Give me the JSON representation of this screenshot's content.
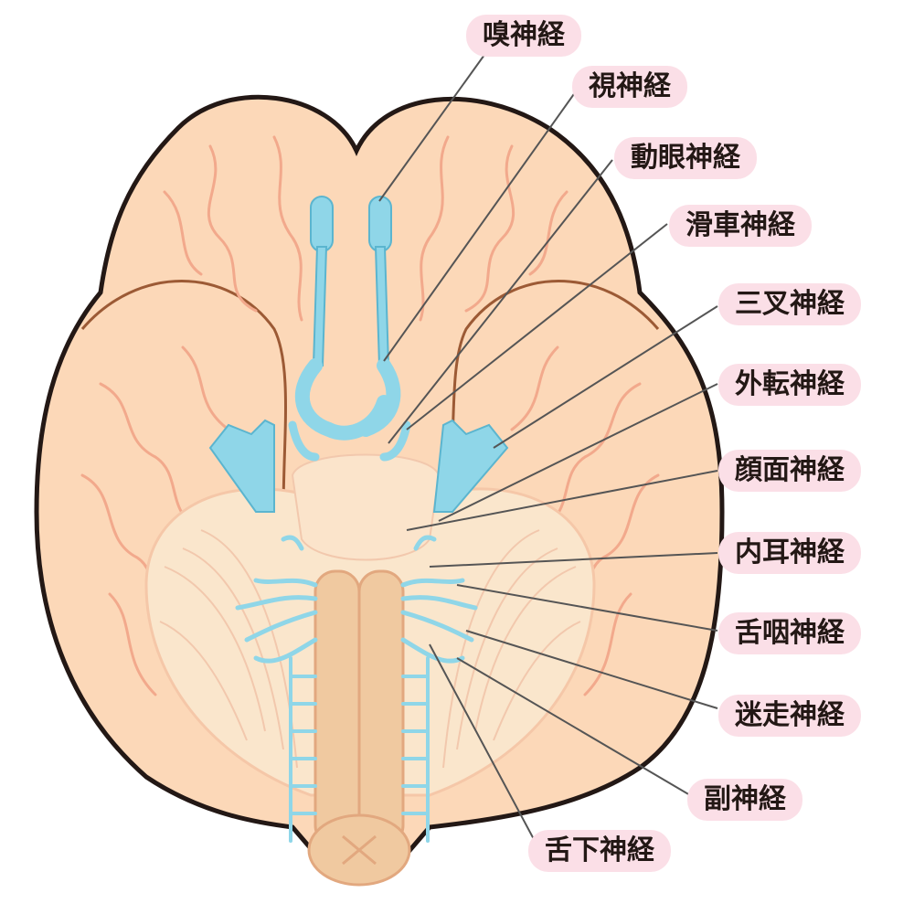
{
  "labels": [
    {
      "id": "olfactory",
      "text": "嗅神経"
    },
    {
      "id": "optic",
      "text": "視神経"
    },
    {
      "id": "oculomotor",
      "text": "動眼神経"
    },
    {
      "id": "trochlear",
      "text": "滑車神経"
    },
    {
      "id": "trigeminal",
      "text": "三叉神経"
    },
    {
      "id": "abducens",
      "text": "外転神経"
    },
    {
      "id": "facial",
      "text": "顔面神経"
    },
    {
      "id": "vestibulocochlear",
      "text": "内耳神経"
    },
    {
      "id": "glossopharyngeal",
      "text": "舌咽神経"
    },
    {
      "id": "vagus",
      "text": "迷走神経"
    },
    {
      "id": "accessory",
      "text": "副神経"
    },
    {
      "id": "hypoglossal",
      "text": "舌下神経"
    }
  ],
  "colors": {
    "brain_fill": "#fcd8b8",
    "brain_outline": "#231815",
    "gyri": "#f2a98c",
    "cerebellum": "#fae6cc",
    "brainstem": "#f0c9a0",
    "nerve": "#8fd6e8",
    "nerve_outline": "#5bb5cf",
    "label_bg": "#fbdfe7",
    "leader": "#555555"
  }
}
